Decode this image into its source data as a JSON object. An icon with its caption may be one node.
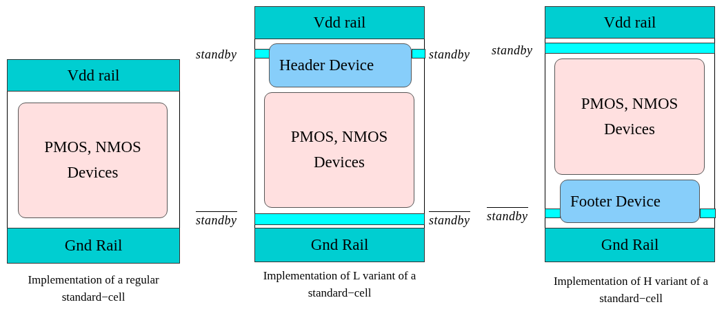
{
  "diagram": {
    "nodes": [
      {
        "text": [],
        "shape": "box",
        "beside": [
          "Implementation of a regular standard−cell"
        ]
      },
      {
        "text": [
          "Vdd rail"
        ],
        "in": 0
      },
      {
        "text": [
          "PMOS, NMOS Devices"
        ],
        "in": 0
      },
      {
        "text": [
          "Gnd Rail"
        ],
        "in": 0
      },
      {
        "text": [],
        "shape": "box",
        "beside": [
          "Implementation of L variant of a standard−cell"
        ]
      },
      {
        "text": [
          "Vdd rail"
        ],
        "in": 4
      },
      {
        "text": [],
        "shape": "bar",
        "in": 4
      },
      {
        "text": [
          "Header Device"
        ],
        "in": 4
      },
      {
        "text": [],
        "shape": "bar",
        "in": 4
      },
      {
        "text": [
          "PMOS, NMOS Devices"
        ],
        "in": 4
      },
      {
        "text": [],
        "shape": "bar",
        "in": 4
      },
      {
        "text": [
          "Gnd Rail"
        ],
        "in": 4
      },
      {
        "text": [],
        "shape": "box",
        "beside": [
          "Implementation of H variant of a standard−cell"
        ]
      },
      {
        "text": [
          "Vdd rail"
        ],
        "in": 12
      },
      {
        "text": [],
        "shape": "bar",
        "in": 12
      },
      {
        "text": [
          "PMOS, NMOS Devices"
        ],
        "in": 12
      },
      {
        "text": [],
        "shape": "bar",
        "in": 12
      },
      {
        "text": [
          "Footer Device"
        ],
        "in": 12
      },
      {
        "text": [],
        "shape": "bar",
        "in": 12
      },
      {
        "text": [
          "Gnd Rail"
        ],
        "in": 12
      }
    ],
    "labels": [
      "standby",
      "standby",
      "standby",
      "standby",
      "standby",
      "standby"
    ]
  }
}
